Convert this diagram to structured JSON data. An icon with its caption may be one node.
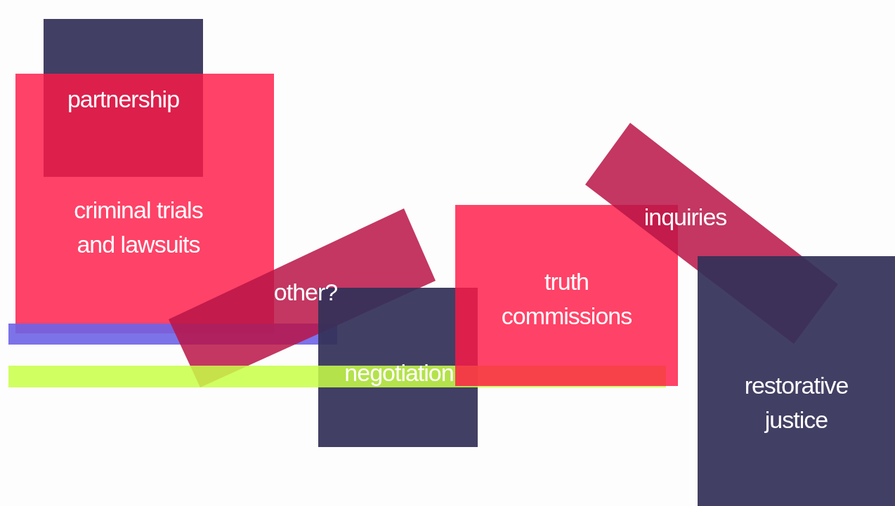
{
  "diagram": {
    "nodes": [
      {
        "text": [
          "partnership"
        ]
      },
      {
        "text": [
          "criminal trials and lawsuits"
        ]
      },
      {
        "text": [
          "other?"
        ]
      },
      {
        "text": [
          "truth commissions"
        ]
      },
      {
        "text": [
          "inquiries"
        ]
      },
      {
        "text": [
          "negotiation"
        ]
      },
      {
        "text": [
          "restorative justice"
        ]
      }
    ]
  }
}
